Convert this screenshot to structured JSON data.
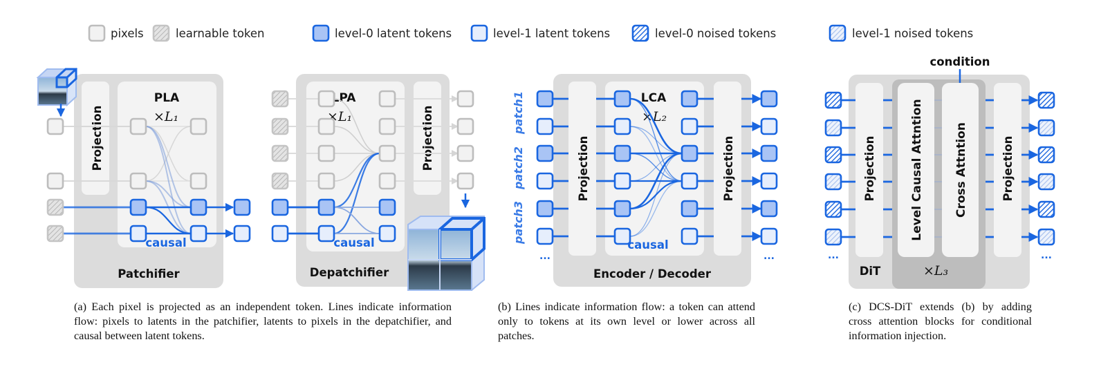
{
  "legend": [
    {
      "type": "pixel",
      "label": "pixels"
    },
    {
      "type": "learnable",
      "label": "learnable token"
    },
    {
      "type": "l0",
      "label": "level-0 latent tokens"
    },
    {
      "type": "l1",
      "label": "level-1 latent tokens"
    },
    {
      "type": "n0",
      "label": "level-0 noised tokens"
    },
    {
      "type": "n1",
      "label": "level-1 noised tokens"
    }
  ],
  "colors": {
    "blue": "#1a66e0",
    "l0_fill": "#a9c4f5",
    "l1_fill": "#e6eefc",
    "gray_stroke": "#bdbdbd",
    "panel": "#dcdcdc",
    "inner": "#f2f2f2",
    "dark_panel": "#bdbdbd"
  },
  "panel_a": {
    "patchifier": {
      "title": "Patchifier",
      "projection": "Projection",
      "block": "PLA",
      "repeat": "×L₁",
      "causal": "causal"
    },
    "depatchifier": {
      "title": "Depatchifier",
      "projection": "Projection",
      "block": "LPA",
      "repeat": "×L₁",
      "causal": "causal"
    },
    "caption": "(a) Each pixel is projected as an independent token. Lines indicate information flow: pixels to latents in the patchifier, latents to pixels in the depatchifier, and causal between latent tokens."
  },
  "panel_b": {
    "title": "Encoder / Decoder",
    "projection": "Projection",
    "block": "LCA",
    "repeat": "×L₂",
    "causal": "causal",
    "patches": [
      "patch1",
      "patch2",
      "patch3"
    ],
    "ellipsis": "...",
    "caption": "(b) Lines indicate information flow: a token can attend only to tokens at its own level or lower across all patches."
  },
  "panel_c": {
    "title": "DiT",
    "projection": "Projection",
    "level_attention": "Level Causal Attntion",
    "cross_attention": "Cross Attntion",
    "repeat": "×L₃",
    "condition": "condition",
    "ellipsis": "...",
    "caption": "(c) DCS-DiT extends (b) by adding cross attention blocks for conditional information injection."
  }
}
